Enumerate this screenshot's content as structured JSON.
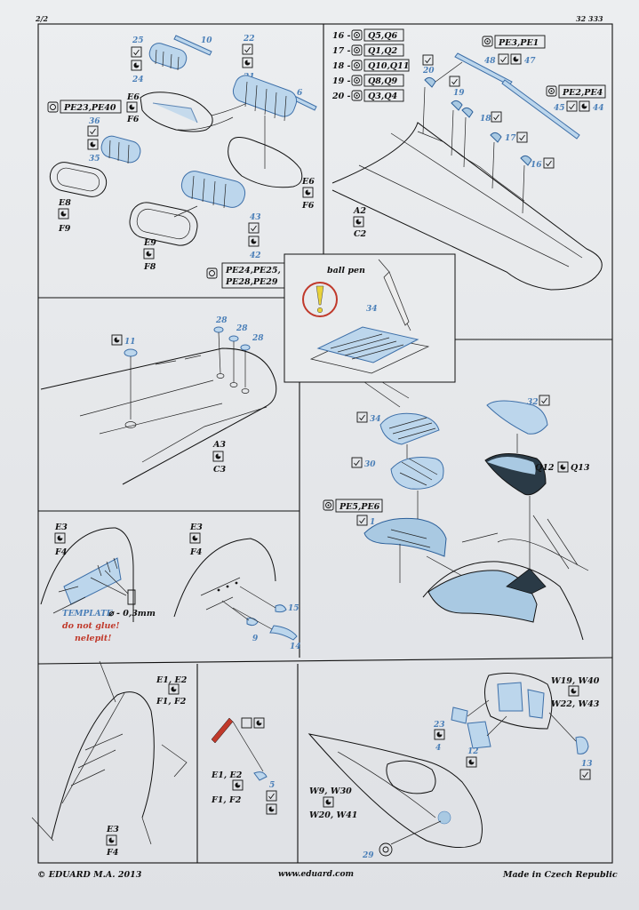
{
  "header": {
    "page": "2/2",
    "kit_number": "32 333"
  },
  "footer": {
    "copyright": "© EDUARD  M.A. 2013",
    "website": "www.eduard.com",
    "origin": "Made in Czech Republic"
  },
  "colors": {
    "photo_etch": "#a9c9e2",
    "part_numbers": "#4a7fb8",
    "ink": "#111111",
    "warning_ring": "#c0392b",
    "warning_mark": "#e8d23a",
    "template_text": "#4a7fb8",
    "no_glue_text": "#c0392b"
  },
  "s1": {
    "n25": "25",
    "n10": "10",
    "n24": "24",
    "n22": "22",
    "n21": "21",
    "n6": "6",
    "e6a": "E6",
    "f6a": "F6",
    "e6b": "E6",
    "f6b": "F6",
    "ref1": "PE23,PE40",
    "n36": "36",
    "n35": "35",
    "e8": "E8",
    "f9": "F9",
    "e9": "E9",
    "f8": "F8",
    "n43": "43",
    "n42": "42",
    "ref2a": "PE24,PE25,",
    "ref2b": "PE28,PE29"
  },
  "s2": {
    "q16": "16 -",
    "q16v": "Q5,Q6",
    "q17": "17 -",
    "q17v": "Q1,Q2",
    "q18": "18 -",
    "q18v": "Q10,Q11",
    "q19": "19 -",
    "q19v": "Q8,Q9",
    "q20": "20 -",
    "q20v": "Q3,Q4",
    "pe3": "PE3,PE1",
    "n48": "48",
    "n47": "47",
    "pe2": "PE2,PE4",
    "n45": "45",
    "n44": "44",
    "n20": "20",
    "n19": "19",
    "n18": "18",
    "n17": "17",
    "n16": "16",
    "a2": "A2",
    "c2": "C2"
  },
  "s3": {
    "tool": "ball pen",
    "n34": "34"
  },
  "s4": {
    "n11": "11",
    "n28a": "28",
    "n28b": "28",
    "n28c": "28",
    "a3": "A3",
    "c3": "C3"
  },
  "s5": {
    "n34": "34",
    "n30": "30",
    "n1": "1",
    "ref": "PE5,PE6",
    "n32": "32",
    "q12": "Q12",
    "q13": "Q13"
  },
  "s6": {
    "e3a": "E3",
    "f4a": "F4",
    "e3b": "E3",
    "f4b": "F4",
    "template": "TEMPLATE",
    "noglue": "do not glue!",
    "nelepit": "nelepit!",
    "drill": "⌀ - 0,3mm",
    "n15": "15",
    "n9": "9",
    "n14": "14"
  },
  "s7": {
    "e1a": "E1, E2",
    "f1a": "F1, F2",
    "e3": "E3",
    "f4": "F4",
    "e1b": "E1, E2",
    "f1b": "F1, F2",
    "n5": "5"
  },
  "s8": {
    "w19": "W19, W40",
    "w22": "W22, W43",
    "n23": "23",
    "n4": "4",
    "n12": "12",
    "n13": "13",
    "w9": "W9, W30",
    "w20": "W20, W41",
    "n29": "29"
  },
  "icons": [
    "bend-icon",
    "fold-icon",
    "glue-icon",
    "photo-etch-ref-icon",
    "warning-icon",
    "drill-icon"
  ]
}
